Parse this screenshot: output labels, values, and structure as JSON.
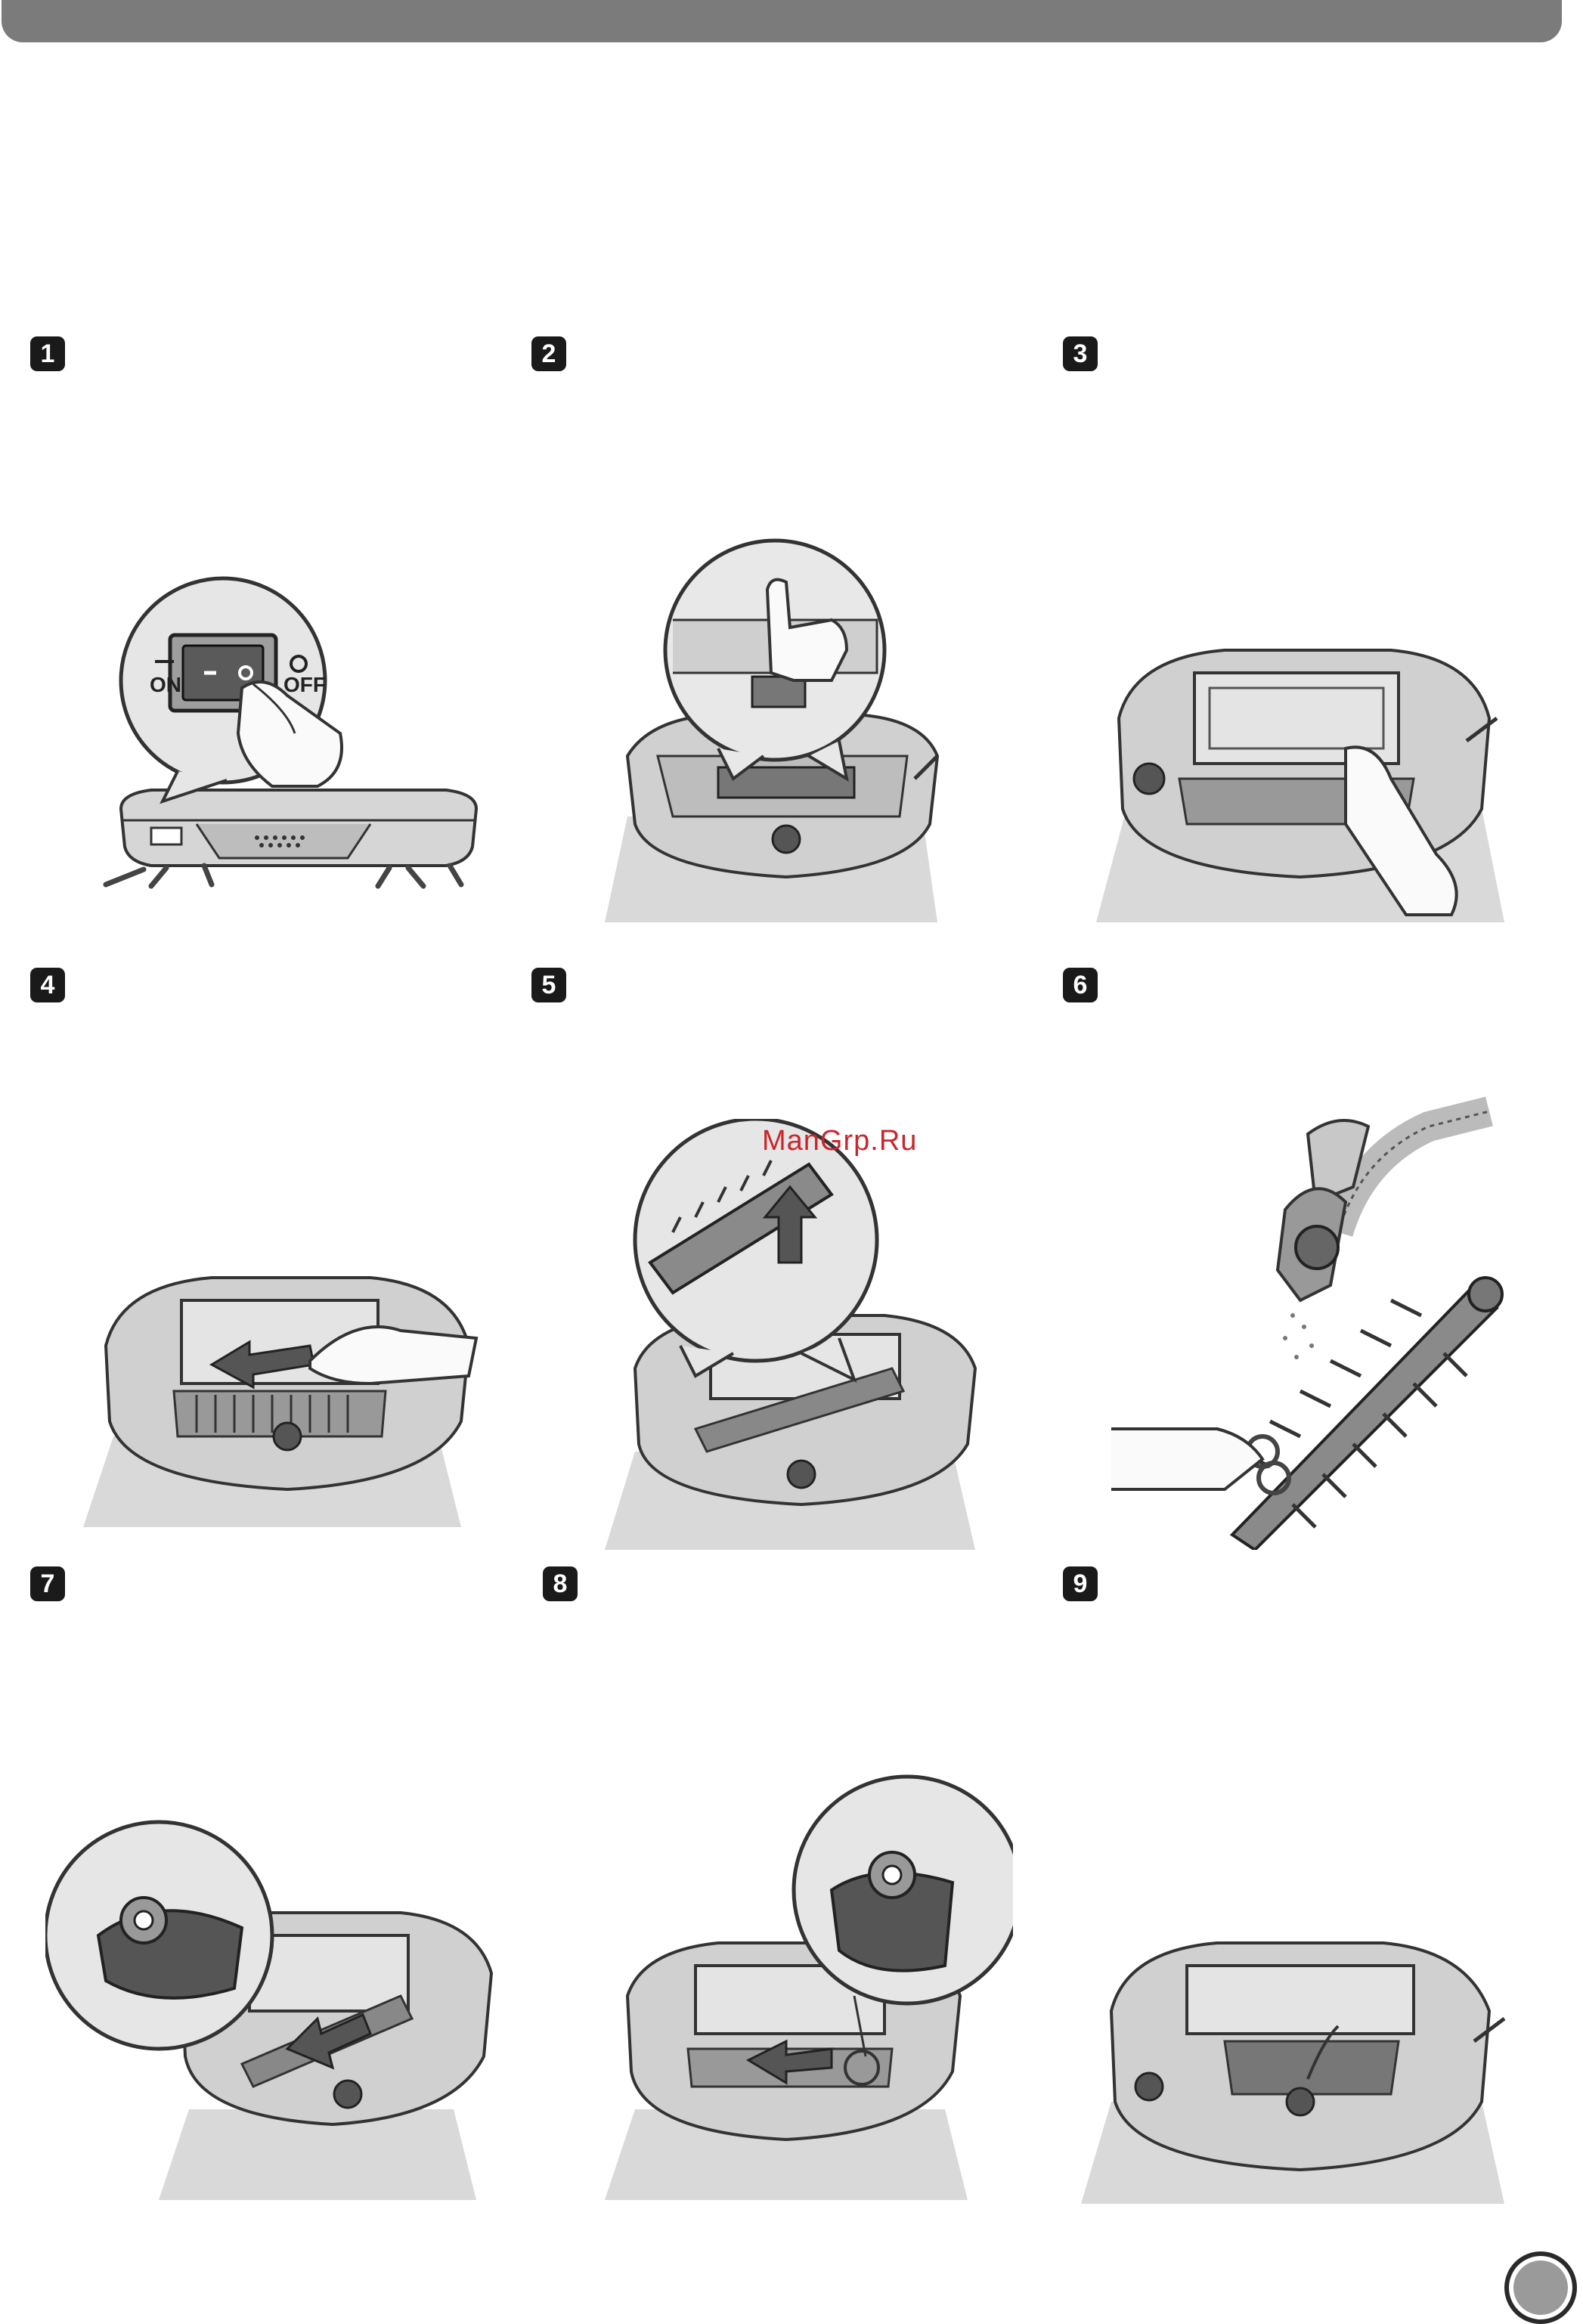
{
  "header": {
    "bar_color": "#7b7b7b"
  },
  "steps": [
    {
      "number": "1",
      "labels": {
        "on": "ON",
        "off": "OFF"
      }
    },
    {
      "number": "2"
    },
    {
      "number": "3"
    },
    {
      "number": "4"
    },
    {
      "number": "5"
    },
    {
      "number": "6"
    },
    {
      "number": "7"
    },
    {
      "number": "8"
    },
    {
      "number": "9"
    }
  ],
  "watermark": "ManGrp.Ru",
  "colors": {
    "line": "#333333",
    "floor": "#d9d9d9",
    "robot": "#cfcfcf",
    "badge": "#1a1a1a"
  }
}
